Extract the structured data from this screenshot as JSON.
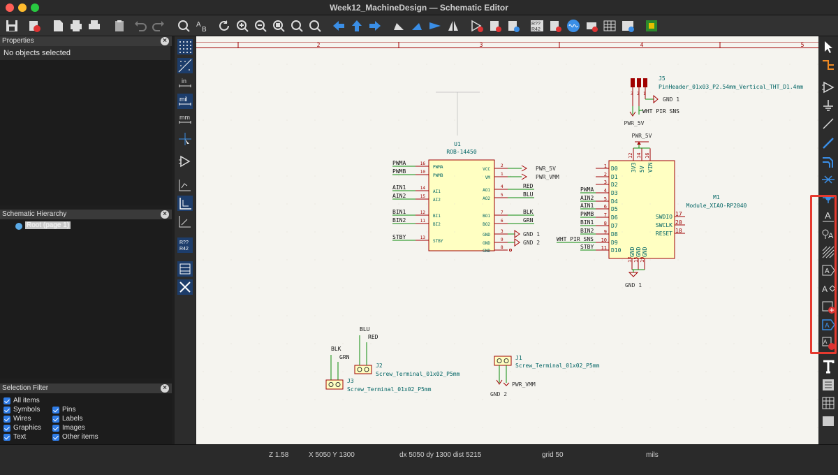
{
  "window": {
    "title": "Week12_MachineDesign — Schematic Editor"
  },
  "panels": {
    "properties": {
      "title": "Properties",
      "empty_text": "No objects selected"
    },
    "hierarchy": {
      "title": "Schematic Hierarchy",
      "root": "Root (page 1)"
    },
    "selection_filter": {
      "title": "Selection Filter",
      "items": [
        "All items",
        "Symbols",
        "Pins",
        "Wires",
        "Labels",
        "Graphics",
        "Images",
        "Text",
        "Other items"
      ]
    }
  },
  "units": {
    "in": "in",
    "mil": "mil",
    "mm": "mm"
  },
  "ruler": [
    "2",
    "3",
    "4",
    "5"
  ],
  "u1": {
    "ref": "U1",
    "value": "ROB-14450",
    "left_pins": [
      {
        "name": "PWMA",
        "num": "16",
        "net": "PWMA"
      },
      {
        "name": "PWMB",
        "num": "10",
        "net": "PWMB"
      },
      {
        "name": "AI1",
        "num": "14",
        "net": "AIN1"
      },
      {
        "name": "AI2",
        "num": "15",
        "net": "AIN2"
      },
      {
        "name": "BI1",
        "num": "12",
        "net": "BIN1"
      },
      {
        "name": "BI2",
        "num": "11",
        "net": "BIN2"
      },
      {
        "name": "STBY",
        "num": "13",
        "net": "STBY"
      }
    ],
    "right_pins": [
      {
        "name": "VCC",
        "num": "2",
        "net": "PWR_5V"
      },
      {
        "name": "VM",
        "num": "1",
        "net": "PWR_VMM"
      },
      {
        "name": "AO1",
        "num": "4",
        "net": "RED"
      },
      {
        "name": "AO2",
        "num": "5",
        "net": "BLU"
      },
      {
        "name": "BO1",
        "num": "7",
        "net": "BLK"
      },
      {
        "name": "BO2",
        "num": "6",
        "net": "GRN"
      },
      {
        "name": "GND",
        "num": "3",
        "net": "GND 1"
      },
      {
        "name": "GND",
        "num": "9",
        "net": "GND 2"
      },
      {
        "name": "GND",
        "num": "8",
        "net": ""
      }
    ]
  },
  "m1": {
    "ref": "M1",
    "value": "Module_XIAO-RP2040",
    "top_pins": [
      {
        "name": "3V3",
        "num": "12"
      },
      {
        "name": "5V",
        "num": "14"
      },
      {
        "name": "VIN",
        "num": "16"
      }
    ],
    "left_pins": [
      {
        "name": "D0",
        "num": "1",
        "net": ""
      },
      {
        "name": "D1",
        "num": "2",
        "net": ""
      },
      {
        "name": "D2",
        "num": "3",
        "net": ""
      },
      {
        "name": "D3",
        "num": "4",
        "net": "PWMA"
      },
      {
        "name": "D4",
        "num": "5",
        "net": "AIN2"
      },
      {
        "name": "D5",
        "num": "6",
        "net": "AIN1"
      },
      {
        "name": "D6",
        "num": "7",
        "net": "PWMB"
      },
      {
        "name": "D7",
        "num": "8",
        "net": "BIN1"
      },
      {
        "name": "D8",
        "num": "9",
        "net": "BIN2"
      },
      {
        "name": "D9",
        "num": "10",
        "net": "WHT PIR SNS"
      },
      {
        "name": "D10",
        "num": "11",
        "net": "STBY"
      }
    ],
    "right_pins": [
      {
        "name": "SWDIO",
        "num": "17"
      },
      {
        "name": "SWCLK",
        "num": "20"
      },
      {
        "name": "RESET",
        "num": "18"
      }
    ],
    "bottom_pins": [
      {
        "name": "GND",
        "num": "13"
      },
      {
        "name": "GND",
        "num": "15"
      },
      {
        "name": "GND",
        "num": "19"
      }
    ],
    "pwr": "PWR_5V",
    "gnd": "GND 1"
  },
  "j5": {
    "ref": "J5",
    "value": "PinHeader_01x03_P2.54mm_Vertical_THT_D1.4mm",
    "pins": [
      "3",
      "2",
      "1"
    ],
    "gnd": "GND 1",
    "sig": "WHT PIR SNS",
    "pwr": "PWR_5V"
  },
  "j1": {
    "ref": "J1",
    "value": "Screw_Terminal_01x02_P5mm",
    "pwr": "PWR_VMM",
    "gnd": "GND 2"
  },
  "j2": {
    "ref": "J2",
    "value": "Screw_Terminal_01x02_P5mm",
    "nets": [
      "BLU",
      "RED"
    ]
  },
  "j3": {
    "ref": "J3",
    "value": "Screw_Terminal_01x02_P5mm",
    "nets": [
      "BLK",
      "GRN"
    ]
  },
  "status": {
    "zoom": "Z 1.58",
    "xy": "X 5050  Y 1300",
    "delta": "dx 5050  dy 1300  dist 5215",
    "grid": "grid 50",
    "units": "mils"
  },
  "colors": {
    "canvas": "#f5f4ef",
    "wire": "#0a8a0a",
    "pin": "#a00000",
    "body_fill": "#ffffc2",
    "text": "#006464",
    "highlight": "#e53a2f",
    "accent": "#2f7ce6"
  }
}
